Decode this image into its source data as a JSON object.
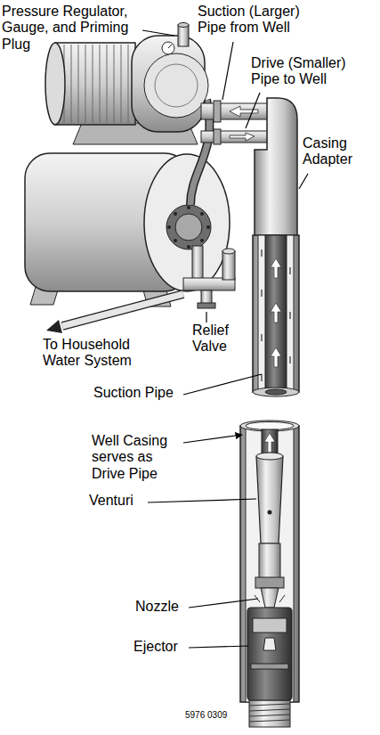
{
  "diagram": {
    "labels": [
      "Pressure Regulator, Gauge, and Priming Plug",
      "Suction (Larger) Pipe from Well",
      "Drive (Smaller) Pipe to Well",
      "Casing Adapter",
      "To Household Water System",
      "Relief Valve",
      "Suction Pipe",
      "Well Casing serves as Drive Pipe",
      "Venturi",
      "Nozzle",
      "Ejector",
      "5976 0309"
    ]
  }
}
